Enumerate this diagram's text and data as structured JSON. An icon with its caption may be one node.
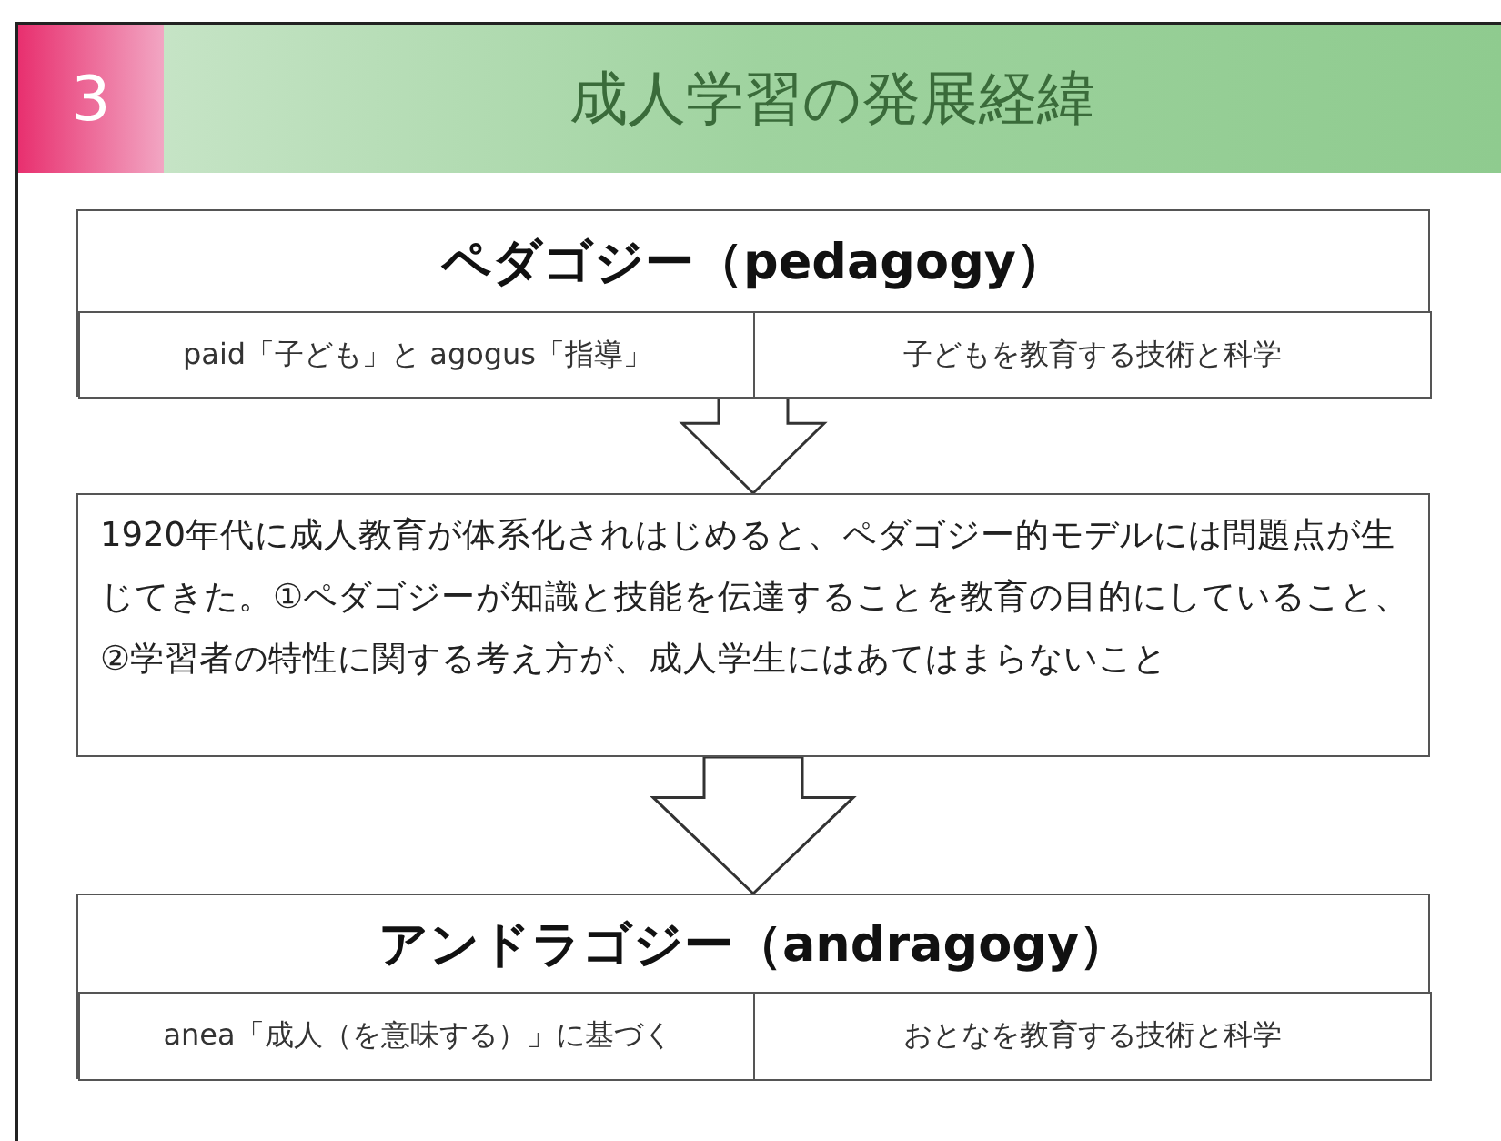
{
  "diagram": {
    "title": "成人学習の発展経緯",
    "nodes": [
      {
        "text": [
          "ペダゴジー（pedagogy）"
        ]
      },
      {
        "text": [
          "paid「子ども」と agogus「指導」"
        ],
        "in": 0
      },
      {
        "text": [
          "子どもを教育する技術と科学"
        ],
        "in": 0
      },
      {
        "text": [
          "1920年代に成人教育が体系化されはじめると、ペダゴジー的モデルには問題点が生じてきた。①ペダゴジーが知識と技能を伝達することを教育の目的にしていること、②学習者の特性に関する考え方が、成人学生にはあてはまらないこと"
        ]
      },
      {
        "text": [
          "アンドラゴジー（andragogy）"
        ]
      },
      {
        "text": [
          "anea「成人（を意味する）」に基づく"
        ],
        "in": 4
      },
      {
        "text": [
          "おとなを教育する技術と科学"
        ],
        "in": 4
      }
    ],
    "edges": [
      {
        "from": 0,
        "to": 3,
        "arrow": "to"
      },
      {
        "from": 3,
        "to": 4,
        "arrow": "to"
      }
    ],
    "labels": [
      "3"
    ]
  }
}
